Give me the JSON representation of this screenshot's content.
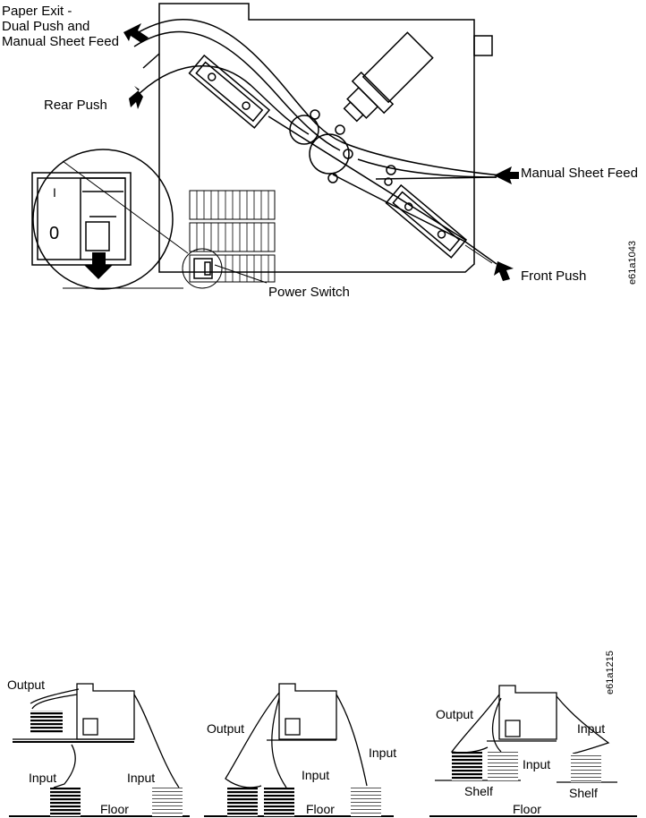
{
  "top_diagram": {
    "labels": {
      "paper_exit_line1": "Paper Exit -",
      "paper_exit_line2": "Dual Push and",
      "paper_exit_line3": "Manual Sheet Feed",
      "rear_push": "Rear Push",
      "manual_sheet_feed": "Manual Sheet Feed",
      "front_push": "Front Push",
      "power_switch": "Power Switch",
      "switch_on_mark": "I",
      "switch_off_mark": "0",
      "figure_code": "e61a1043"
    }
  },
  "bottom_diagram": {
    "figure_code": "e61a1215",
    "panels": [
      {
        "output": "Output",
        "input_a": "Input",
        "input_b": "Input",
        "floor": "Floor"
      },
      {
        "output": "Output",
        "input_a": "Input",
        "input_b": "Input",
        "floor": "Floor"
      },
      {
        "output": "Output",
        "input_a": "Input",
        "input_b": "Input",
        "shelf_a": "Shelf",
        "shelf_b": "Shelf",
        "floor": "Floor"
      }
    ]
  }
}
